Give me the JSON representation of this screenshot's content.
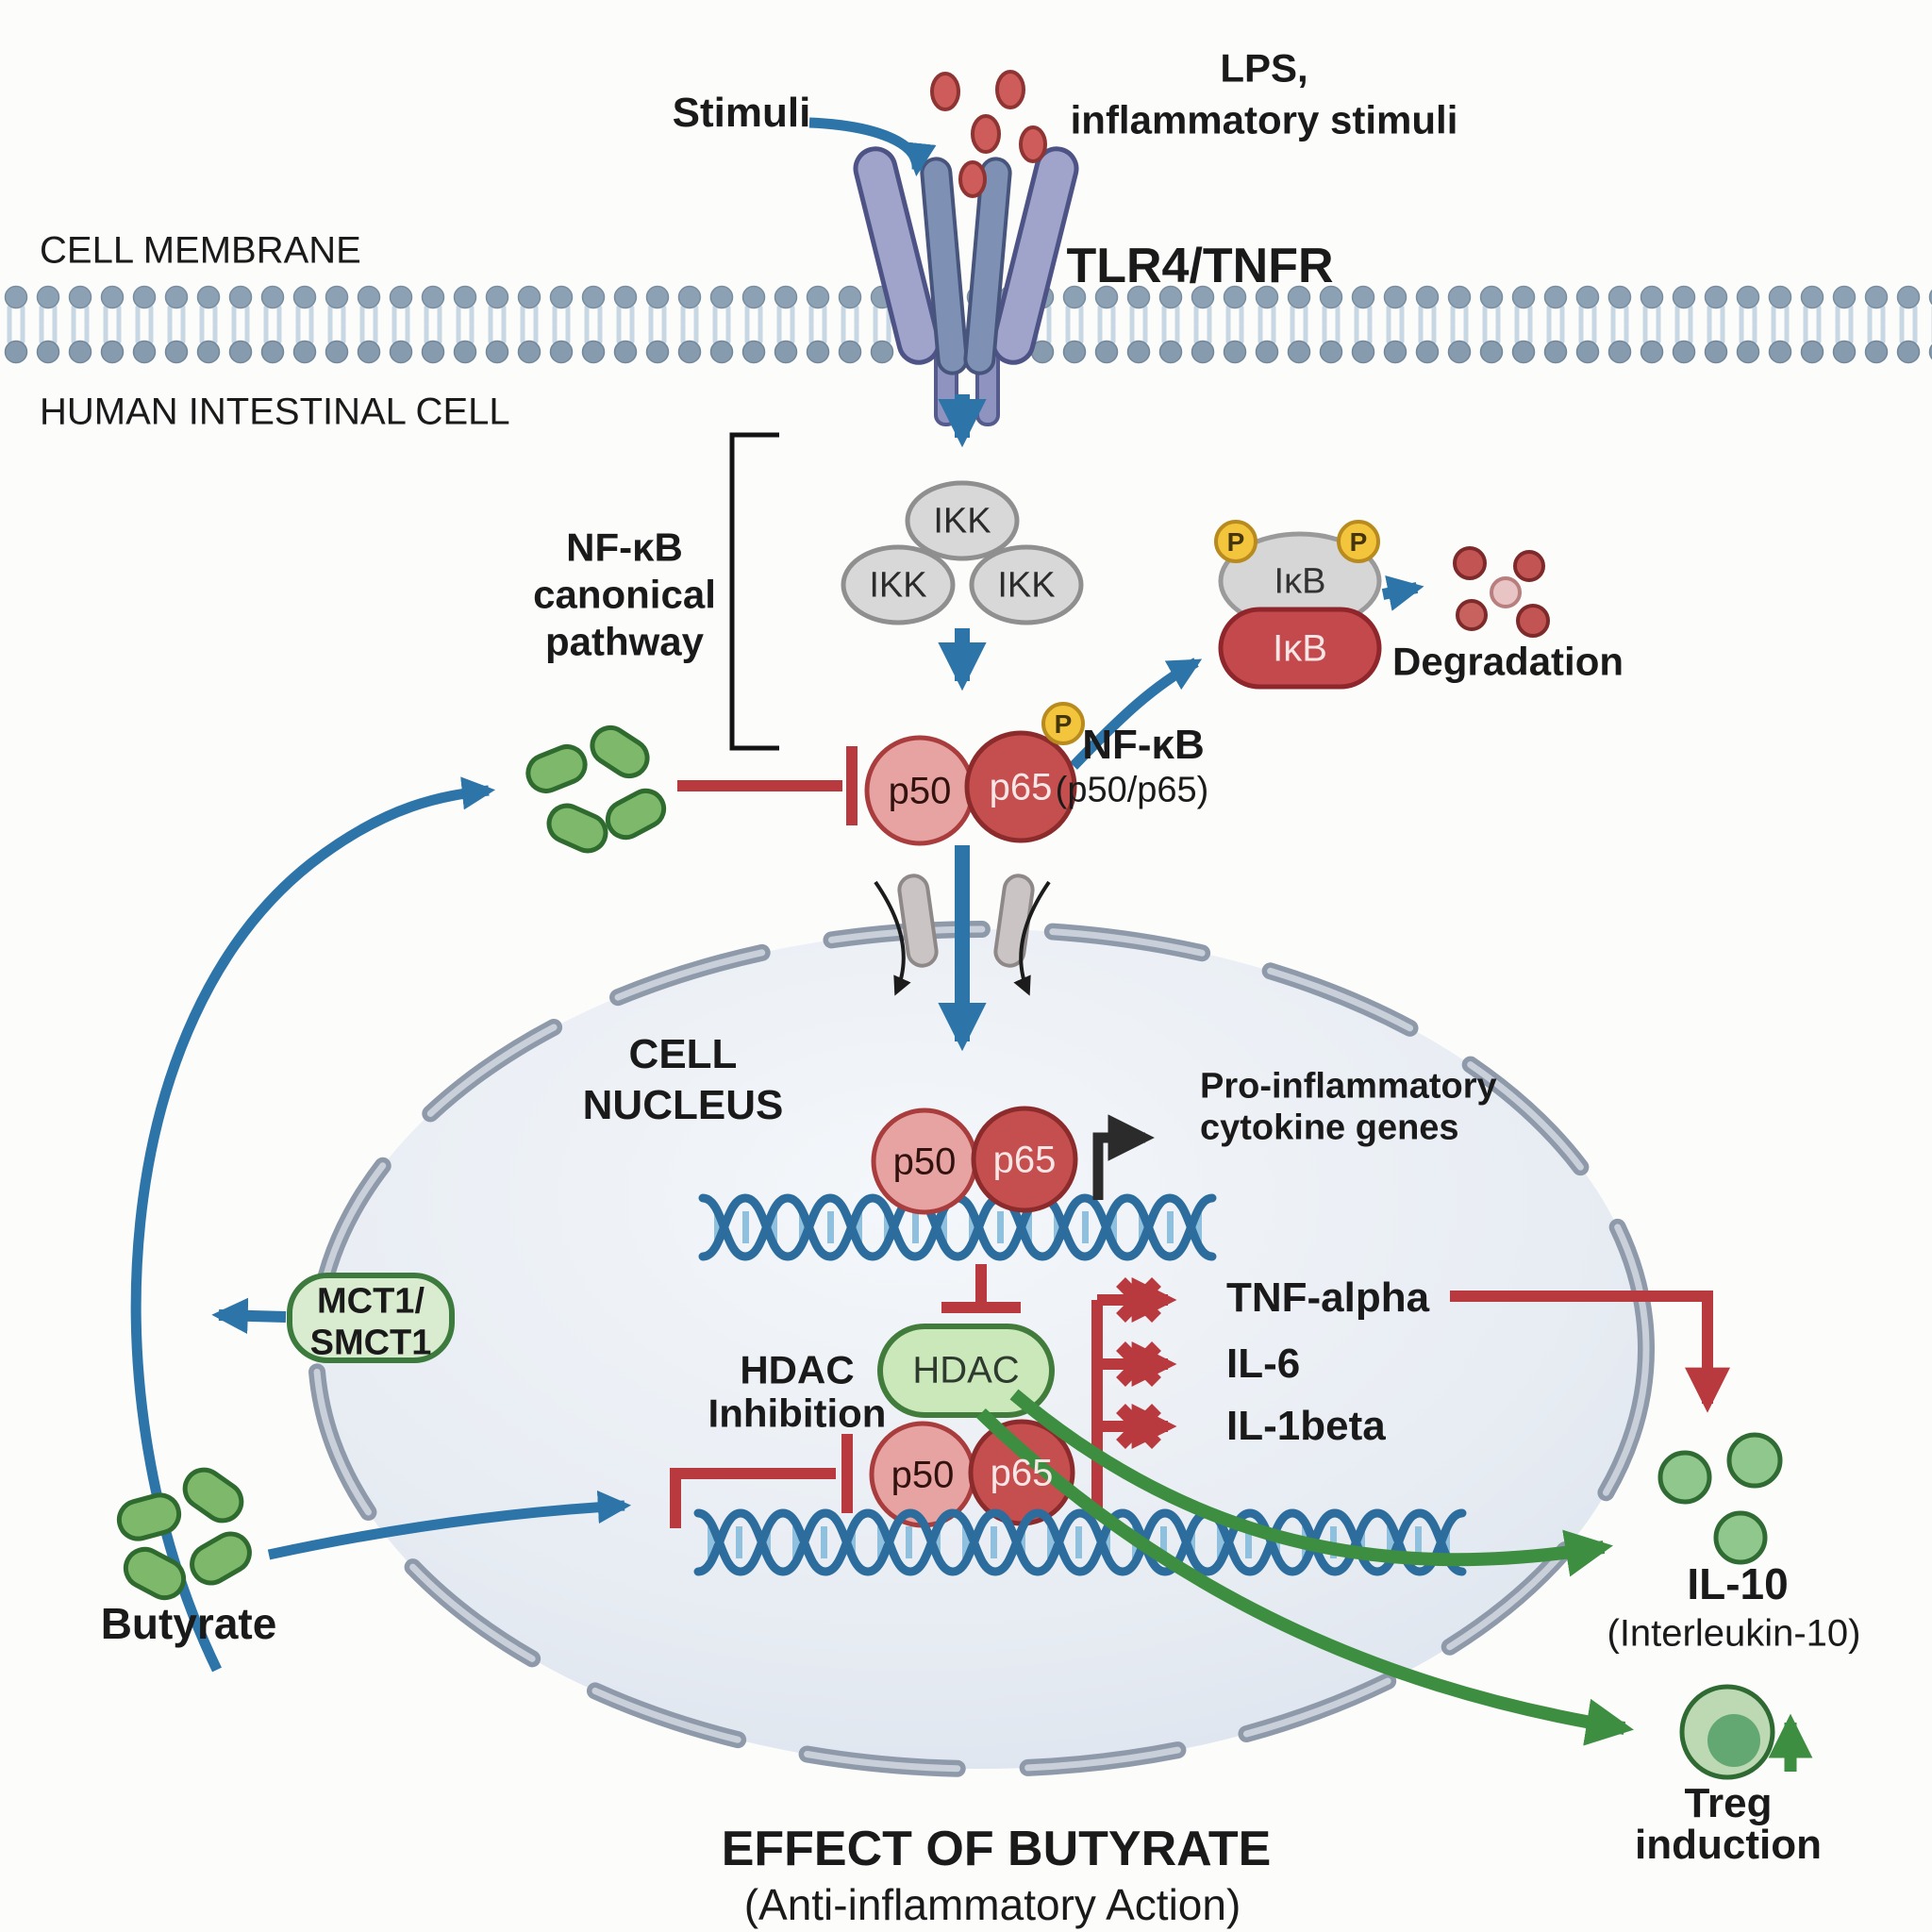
{
  "top": {
    "stimuli": "Stimuli",
    "lps_line1": "LPS,",
    "lps_line2": "inflammatory stimuli",
    "receptor": "TLR4/TNFR"
  },
  "membrane": {
    "label": "CELL MEMBRANE",
    "cell": "HUMAN INTESTINAL CELL"
  },
  "pathway": {
    "bracket_line1": "NF-κB",
    "bracket_line2": "canonical",
    "bracket_line3": "pathway",
    "ikk": "IKK",
    "p": "P",
    "p50": "p50",
    "p65": "p65",
    "nfkb_line1": "NF-κB",
    "nfkb_line2": "(p50/p65)",
    "ikb": "IκB",
    "degradation": "Degradation"
  },
  "nucleus": {
    "line1": "CELL",
    "line2": "NUCLEUS",
    "pro_line1": "Pro-inflammatory",
    "pro_line2": "cytokine genes",
    "hdac": "HDAC",
    "hdac_inh_line1": "HDAC",
    "hdac_inh_line2": "Inhibition",
    "cytokines": [
      "TNF-alpha",
      "IL-6",
      "IL-1beta"
    ]
  },
  "left": {
    "transporter_line1": "MCT1/",
    "transporter_line2": "SMCT1",
    "butyrate": "Butyrate"
  },
  "outputs": {
    "il10": "IL-10",
    "il10_sub": "(Interleukin-10)",
    "treg_line1": "Treg",
    "treg_line2": "induction"
  },
  "footer": {
    "title": "EFFECT OF BUTYRATE",
    "subtitle": "(Anti-inflammatory Action)"
  },
  "colors": {
    "arrow_blue": "#2d74a9",
    "arrow_red": "#b93a3e",
    "arrow_green": "#3e8e41",
    "p50_fill": "#e7a2a2",
    "p65_fill": "#c54f4f",
    "phospho_yellow": "#f3c53d",
    "hdac_green": "#cbe8ba",
    "butyrate_green": "#7db86b",
    "nucleus_fill": "#e7ecf3",
    "membrane_gray": "#8ca1b3"
  }
}
